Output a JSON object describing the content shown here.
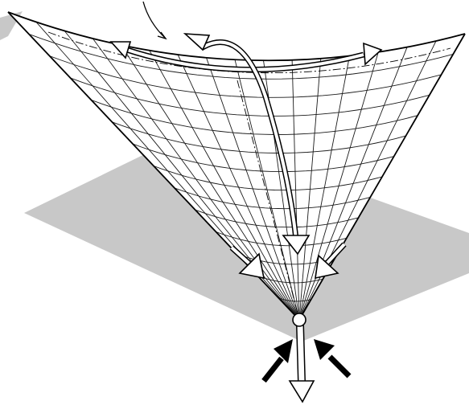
{
  "diagram": {
    "colors": {
      "background": "#ffffff",
      "shadow": "#c8c8c8",
      "surface": "#ffffff",
      "grid": "#1a1a1a",
      "outline": "#000000",
      "arrow_fill": "#ffffff",
      "push_arrow": "#000000"
    },
    "elements": [
      {
        "name": "ground-shadow",
        "kind": "shadow plane"
      },
      {
        "name": "saddle-surface",
        "kind": "triangular grid surface"
      },
      {
        "name": "pointer-line",
        "kind": "annotation leader"
      },
      {
        "name": "edge-tension-arrow",
        "kind": "open arrow along top edge"
      },
      {
        "name": "arch-arrow",
        "kind": "curved open arrow"
      },
      {
        "name": "downward-arrows",
        "kind": "open arrows toward apex"
      },
      {
        "name": "apex-node",
        "kind": "circle"
      },
      {
        "name": "load-arrow",
        "kind": "open arrow downward"
      },
      {
        "name": "push-arrows",
        "kind": "solid black arrows"
      }
    ]
  }
}
